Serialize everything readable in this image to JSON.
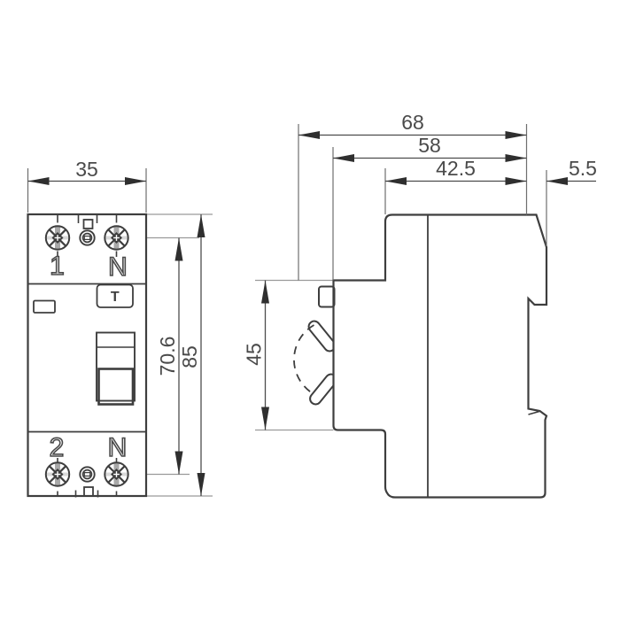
{
  "front_view": {
    "width_mm": "35",
    "terminal_pitch_height_mm": "70.6",
    "total_height_mm": "85",
    "terminals": {
      "top_left": "1",
      "top_right": "N",
      "bottom_left": "2",
      "bottom_right": "N"
    },
    "test_button_label": "T"
  },
  "side_view": {
    "total_depth_mm": "68",
    "body_depth_mm": "58",
    "panel_depth_mm": "42.5",
    "rail_clip_depth_mm": "5.5",
    "front_face_height_mm": "45"
  },
  "colors": {
    "background": "#ffffff",
    "outline": "#3e3e3e",
    "dimension_line": "#4d4d4d",
    "dimension_text": "#4a4a4a",
    "extension_line": "#9a9a9a",
    "screw_slot": "#a8a8a8"
  }
}
